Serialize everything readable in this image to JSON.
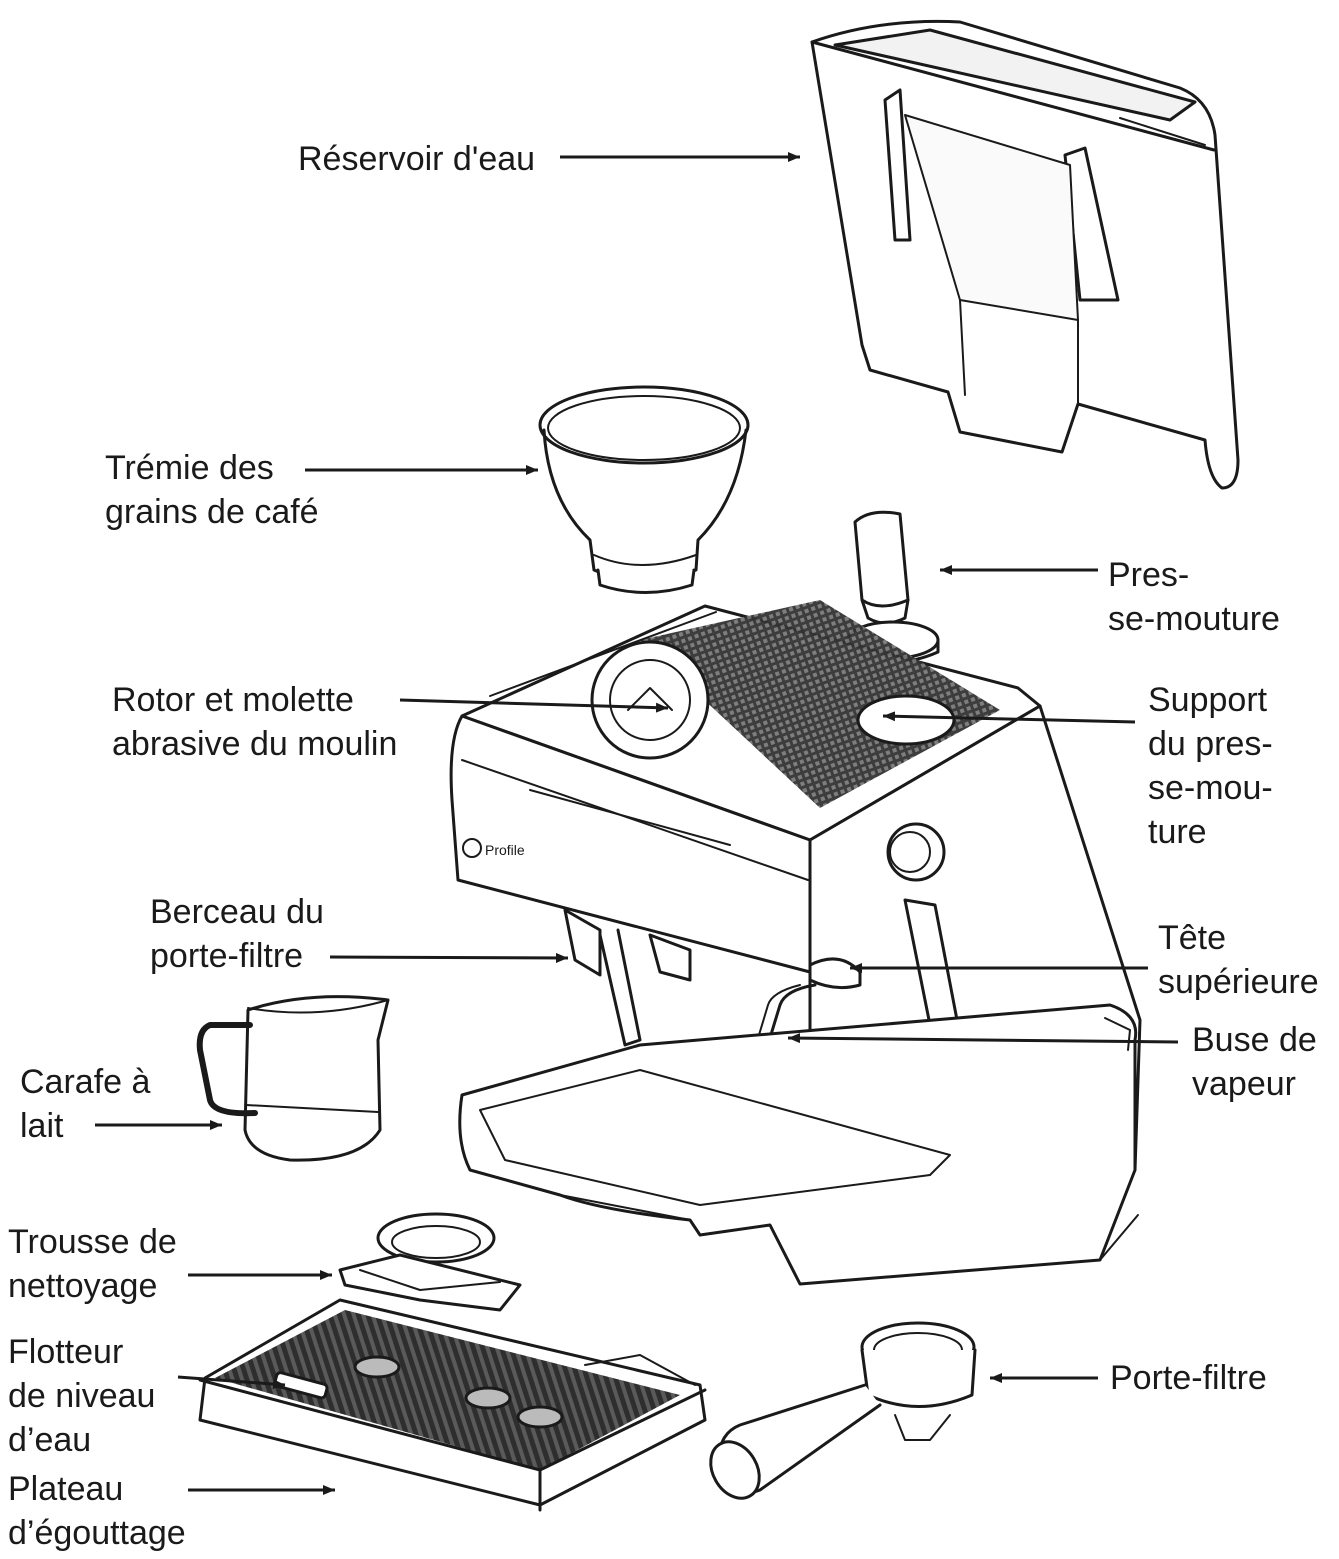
{
  "labels": {
    "reservoir": [
      "Réservoir d'eau"
    ],
    "tremie": [
      "Trémie des",
      "grains de café"
    ],
    "presse": [
      "Pres-",
      "se-mouture"
    ],
    "rotor": [
      "Rotor et molette",
      "abrasive du moulin"
    ],
    "support": [
      "Support",
      "du pres-",
      "se-mou-",
      "ture"
    ],
    "berceau": [
      "Berceau du",
      "porte-filtre"
    ],
    "tete": [
      "Tête",
      "supérieure"
    ],
    "buse": [
      "Buse de",
      "vapeur"
    ],
    "carafe": [
      "Carafe à",
      "lait"
    ],
    "trousse": [
      "Trousse de",
      "nettoyage"
    ],
    "flotteur": [
      "Flotteur",
      "de niveau",
      "d’eau"
    ],
    "plateau": [
      "Plateau",
      "d’égouttage"
    ],
    "portefiltre": [
      "Porte-filtre"
    ]
  },
  "logo": {
    "brand": "Profile"
  },
  "colors": {
    "ink": "#1a1a1a",
    "shade": "#4a4a4a",
    "light": "#f4f4f4"
  }
}
